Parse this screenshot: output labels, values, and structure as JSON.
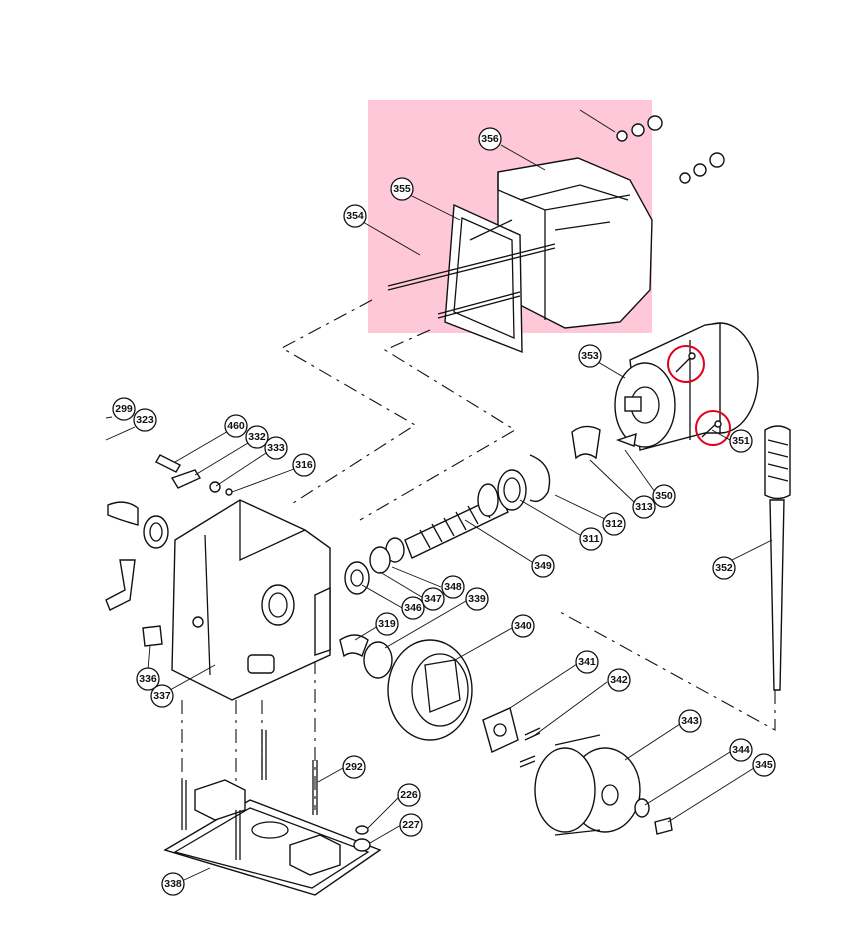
{
  "highlight_color": "#ffc8d8",
  "marker_color": "#e0001b",
  "callouts": [
    {
      "id": "356",
      "label": "356"
    },
    {
      "id": "355",
      "label": "355"
    },
    {
      "id": "354",
      "label": "354"
    },
    {
      "id": "353",
      "label": "353"
    },
    {
      "id": "351",
      "label": "351"
    },
    {
      "id": "350",
      "label": "350"
    },
    {
      "id": "313",
      "label": "313"
    },
    {
      "id": "312",
      "label": "312"
    },
    {
      "id": "311",
      "label": "311"
    },
    {
      "id": "349",
      "label": "349"
    },
    {
      "id": "352",
      "label": "352"
    },
    {
      "id": "299",
      "label": "299"
    },
    {
      "id": "323",
      "label": "323"
    },
    {
      "id": "460",
      "label": "460"
    },
    {
      "id": "332",
      "label": "332"
    },
    {
      "id": "333",
      "label": "333"
    },
    {
      "id": "316",
      "label": "316"
    },
    {
      "id": "348",
      "label": "348"
    },
    {
      "id": "347",
      "label": "347"
    },
    {
      "id": "346",
      "label": "346"
    },
    {
      "id": "339",
      "label": "339"
    },
    {
      "id": "319",
      "label": "319"
    },
    {
      "id": "340",
      "label": "340"
    },
    {
      "id": "341",
      "label": "341"
    },
    {
      "id": "342",
      "label": "342"
    },
    {
      "id": "343",
      "label": "343"
    },
    {
      "id": "344",
      "label": "344"
    },
    {
      "id": "345",
      "label": "345"
    },
    {
      "id": "336",
      "label": "336"
    },
    {
      "id": "337",
      "label": "337"
    },
    {
      "id": "292",
      "label": "292"
    },
    {
      "id": "226",
      "label": "226"
    },
    {
      "id": "227",
      "label": "227"
    },
    {
      "id": "338",
      "label": "338"
    }
  ]
}
